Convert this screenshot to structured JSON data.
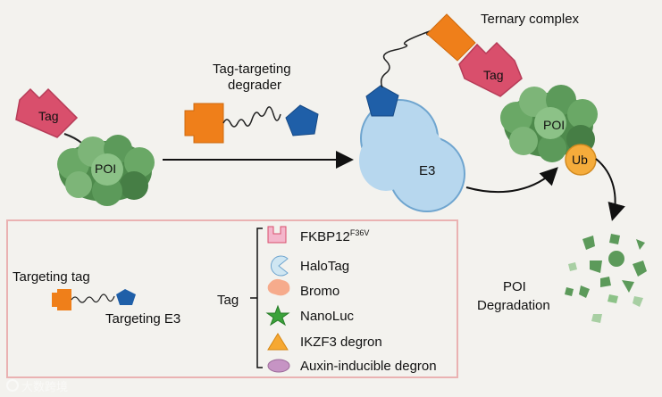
{
  "labels": {
    "tag_left": "Tag",
    "poi_left": "POI",
    "degrader_line1": "Tag-targeting",
    "degrader_line2": "degrader",
    "e3": "E3",
    "ternary": "Ternary complex",
    "tag_right": "Tag",
    "poi_right": "POI",
    "ub": "Ub",
    "poi_degradation_line1": "POI",
    "poi_degradation_line2": "Degradation"
  },
  "legend": {
    "targeting_tag": "Targeting tag",
    "targeting_e3": "Targeting E3",
    "tag_group": "Tag",
    "items": [
      {
        "label": "FKBP12",
        "sup": "F36V",
        "icon": "fkbp12-icon",
        "color": "#f4b6cb"
      },
      {
        "label": "HaloTag",
        "icon": "halotag-icon",
        "color": "#cfe6f2"
      },
      {
        "label": "Bromo",
        "icon": "bromo-icon",
        "color": "#f6ab8c"
      },
      {
        "label": "NanoLuc",
        "icon": "nanoluc-star-icon",
        "color": "#3aa23a"
      },
      {
        "label": "IKZF3 degron",
        "icon": "ikzf3-triangle-icon",
        "color": "#f6a832"
      },
      {
        "label": "Auxin-inducible degron",
        "icon": "auxin-oval-icon",
        "color": "#c694c4"
      }
    ]
  },
  "watermark": "大数跨境",
  "colors": {
    "tag": "#d94f6c",
    "warhead_orange": "#ef7f1a",
    "ligand_blue": "#1f5fa8",
    "e3_fill": "#b7d7ee",
    "poi_green": "#5c9a5a",
    "ub_fill": "#f5ac3b",
    "legend_border": "#eab2b2"
  }
}
